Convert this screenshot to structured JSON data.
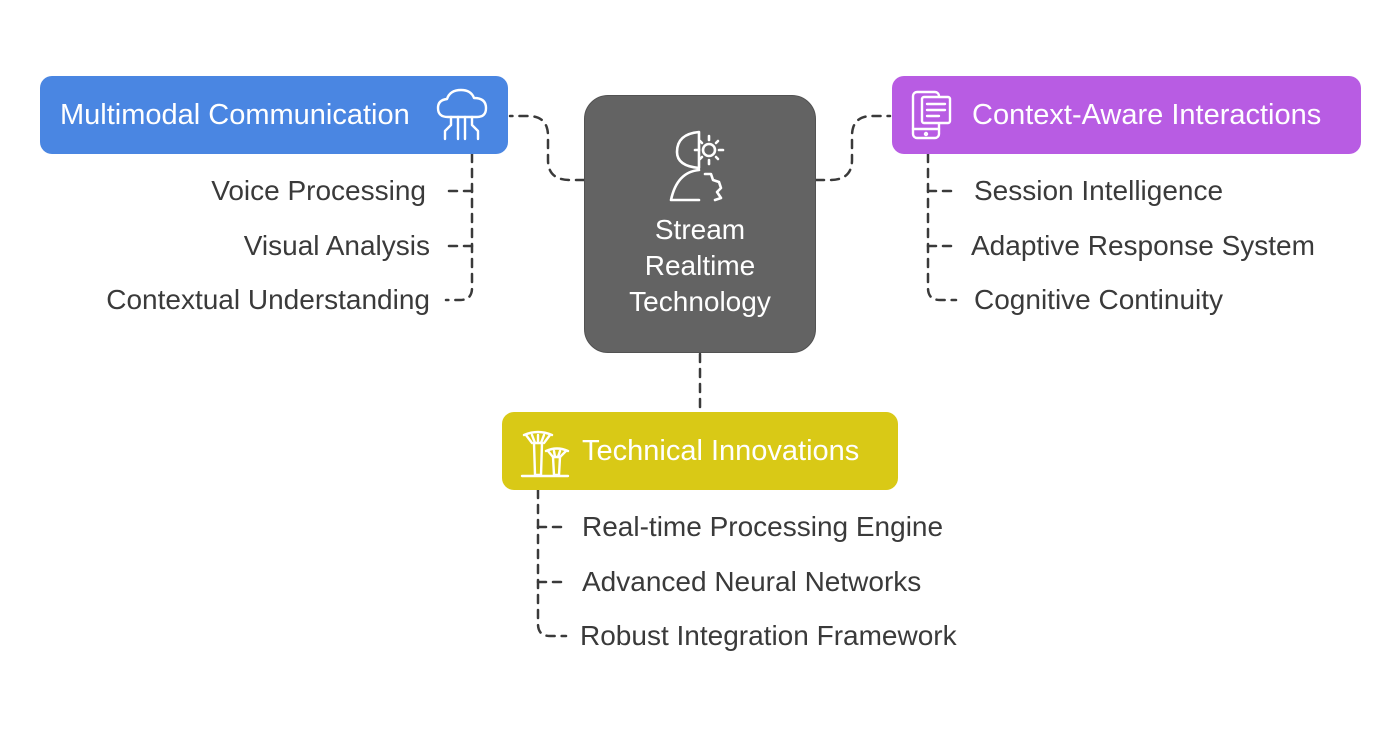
{
  "center": {
    "title": "Stream Realtime Technology",
    "icon": "person-gear-icon",
    "color": "#636363"
  },
  "branches": {
    "multimodal": {
      "title": "Multimodal Communication",
      "icon": "cloud-circuit-icon",
      "color": "#4a86e2",
      "items": [
        "Voice Processing",
        "Visual Analysis",
        "Contextual Understanding"
      ]
    },
    "context": {
      "title": "Context-Aware Interactions",
      "icon": "mobile-document-icon",
      "color": "#b85ce3",
      "items": [
        "Session Intelligence",
        "Adaptive Response System",
        "Cognitive Continuity"
      ]
    },
    "technical": {
      "title": "Technical Innovations",
      "icon": "supertree-icon",
      "color": "#d9c916",
      "items": [
        "Real-time Processing Engine",
        "Advanced Neural Networks",
        "Robust Integration Framework"
      ]
    }
  },
  "text_color": "#3a3a3a",
  "connector_color": "#3a3a3a"
}
